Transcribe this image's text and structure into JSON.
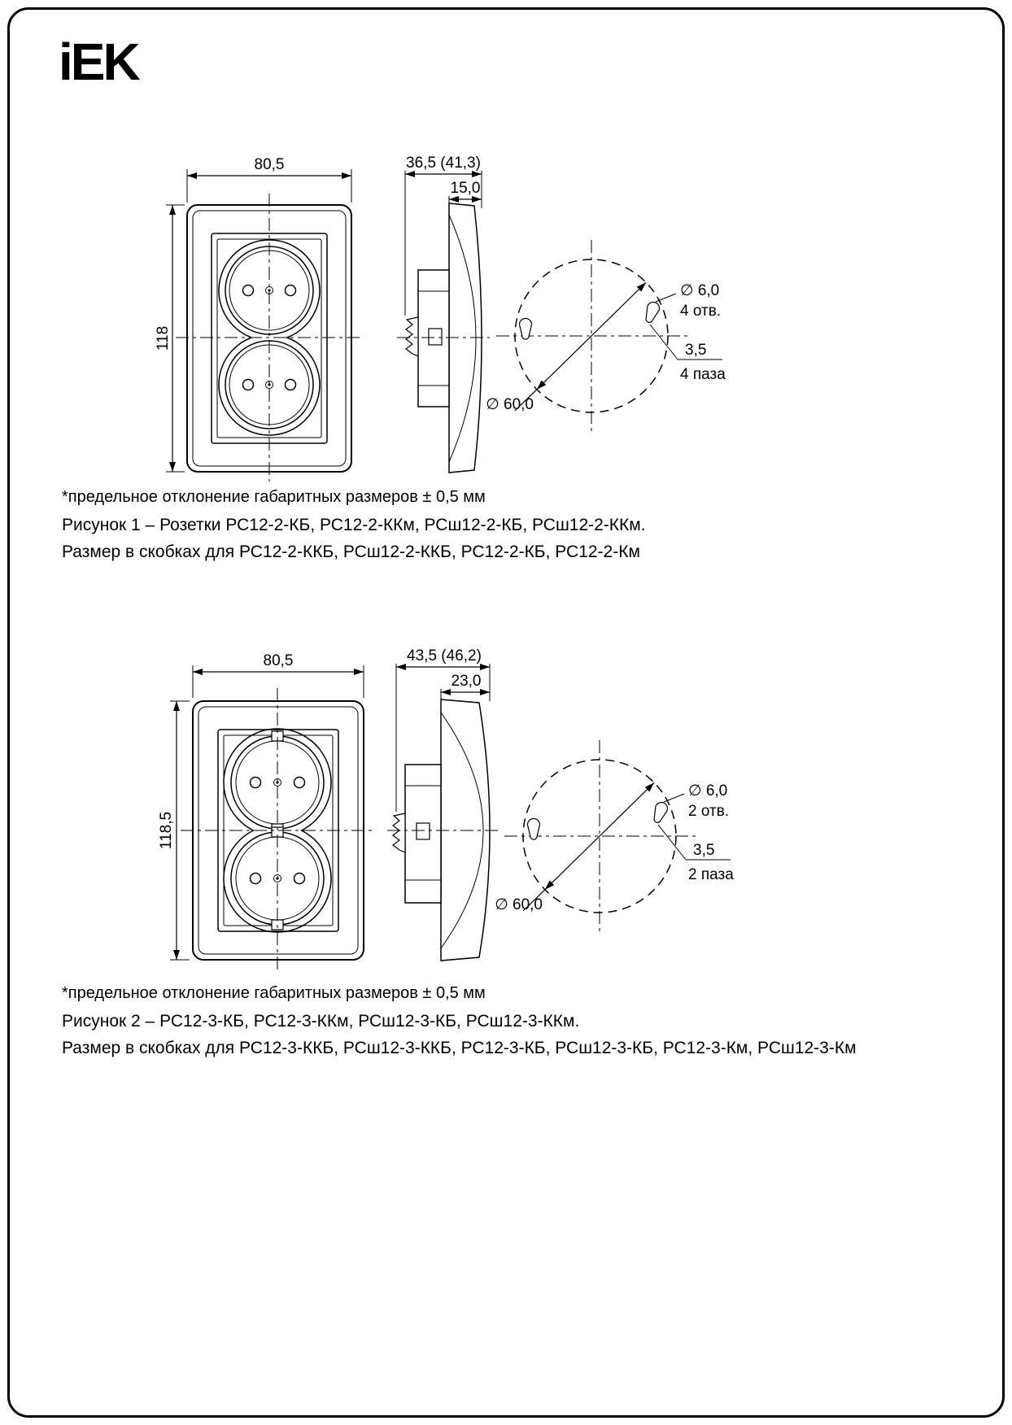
{
  "logo": "iEK",
  "note": "*предельное отклонение габаритных размеров ± 0,5 мм",
  "figure1": {
    "front": {
      "width": "80,5",
      "height": "118"
    },
    "side": {
      "depth_total": "36,5 (41,3)",
      "depth_plate": "15,0"
    },
    "mounting": {
      "circle_dia": "∅ 60,0",
      "hole_dia": "∅ 6,0",
      "hole_count": "4 отв.",
      "slot_width": "3,5",
      "slot_count": "4 паза"
    },
    "caption_line1": "Рисунок 1 – Розетки РС12-2-КБ, РС12-2-ККм, РСш12-2-КБ, РСш12-2-ККм.",
    "caption_line2": "Размер в скобках для РС12-2-ККБ, РСш12-2-ККБ, РС12-2-КБ, РС12-2-Км"
  },
  "figure2": {
    "front": {
      "width": "80,5",
      "height": "118,5"
    },
    "side": {
      "depth_total": "43,5 (46,2)",
      "depth_plate": "23,0"
    },
    "mounting": {
      "circle_dia": "∅ 60,0",
      "hole_dia": "∅ 6,0",
      "hole_count": "2 отв.",
      "slot_width": "3,5",
      "slot_count": "2 паза"
    },
    "caption_line1": "Рисунок 2 – РС12-3-КБ, РС12-3-ККм, РСш12-3-КБ, РСш12-3-ККм.",
    "caption_line2": "Размер в скобках для РС12-3-ККБ, РСш12-3-ККБ, РС12-3-КБ, РСш12-3-КБ, РС12-3-Км, РСш12-3-Км"
  }
}
